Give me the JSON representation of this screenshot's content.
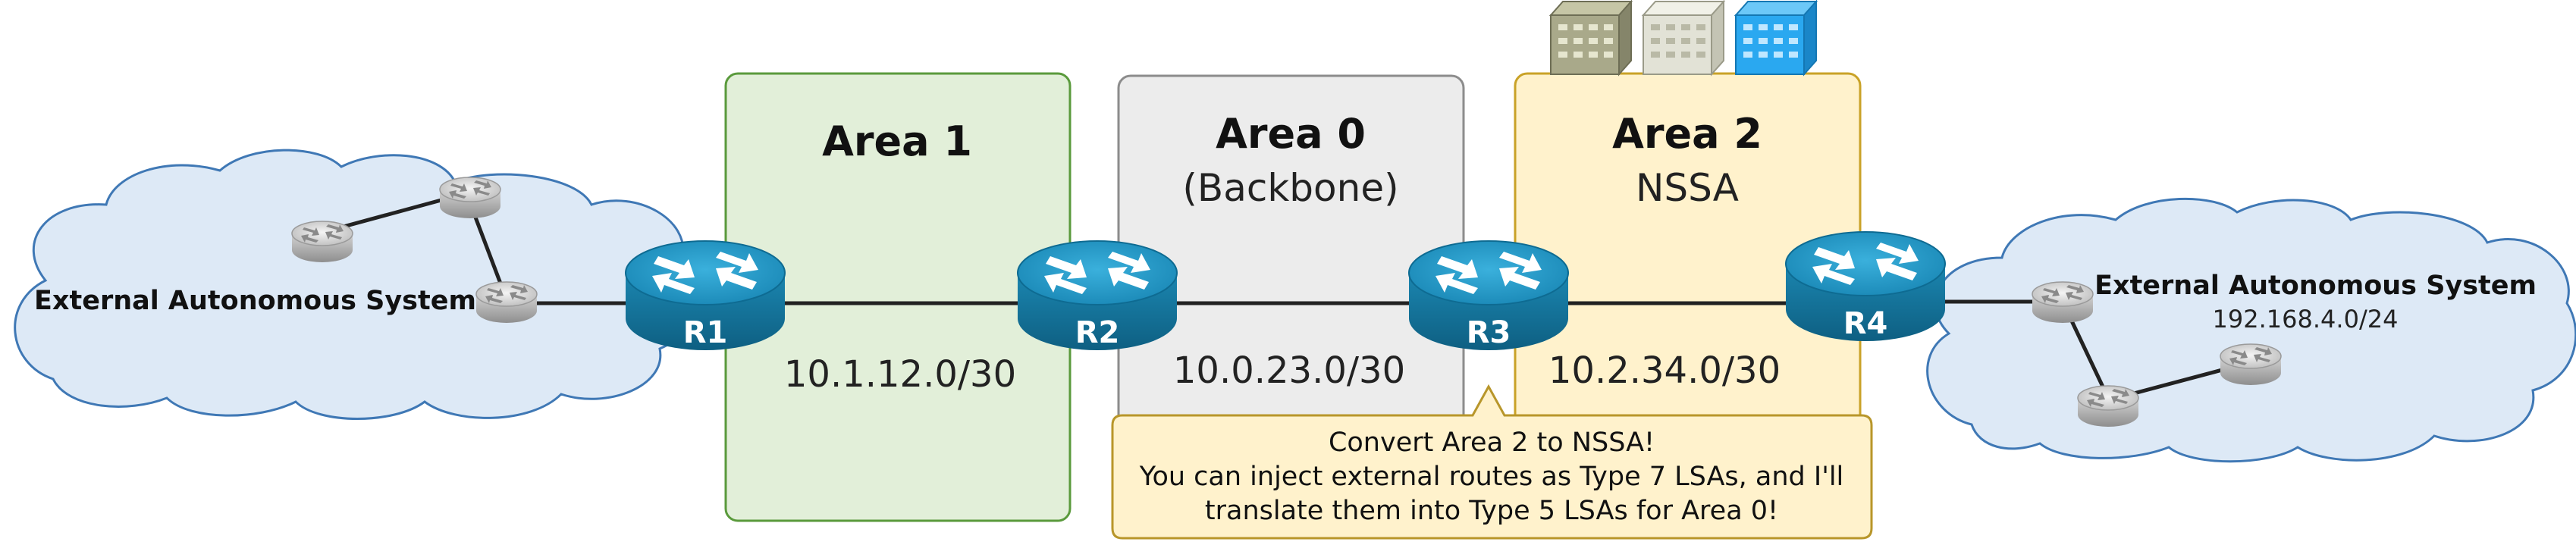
{
  "areas": {
    "area1": {
      "title": "Area 1",
      "subnet": "10.1.12.0/30"
    },
    "area0": {
      "title": "Area 0",
      "subtitle": "(Backbone)",
      "subnet": "10.0.23.0/30"
    },
    "area2": {
      "title": "Area 2",
      "subtitle": "NSSA",
      "subnet": "10.2.34.0/30"
    }
  },
  "external_left": {
    "title": "External Autonomous System"
  },
  "external_right": {
    "title": "External Autonomous System",
    "prefix": "192.168.4.0/24"
  },
  "routers": [
    "R1",
    "R2",
    "R3",
    "R4"
  ],
  "callout": {
    "lines": [
      "Convert Area 2 to NSSA!",
      "You can inject external routes as Type 7 LSAs, and I'll",
      "translate them into Type 5 LSAs for Area 0!"
    ]
  },
  "colors": {
    "area1_fill": "#e2efd9",
    "area1_border": "#5a9a3c",
    "area0_fill": "#ececec",
    "area0_border": "#8c8c8c",
    "area2_fill": "#fff2cc",
    "area2_border": "#c9a227",
    "cloud_fill": "#dde9f6",
    "cloud_border": "#3f78b5",
    "router_body": "#1d7ea6",
    "router_top": "#2c9bc8",
    "callout_fill": "#fff2cc",
    "callout_border": "#b8962a"
  },
  "icons": [
    "router-icon",
    "small-router-icon",
    "building-icon",
    "cloud-icon"
  ]
}
